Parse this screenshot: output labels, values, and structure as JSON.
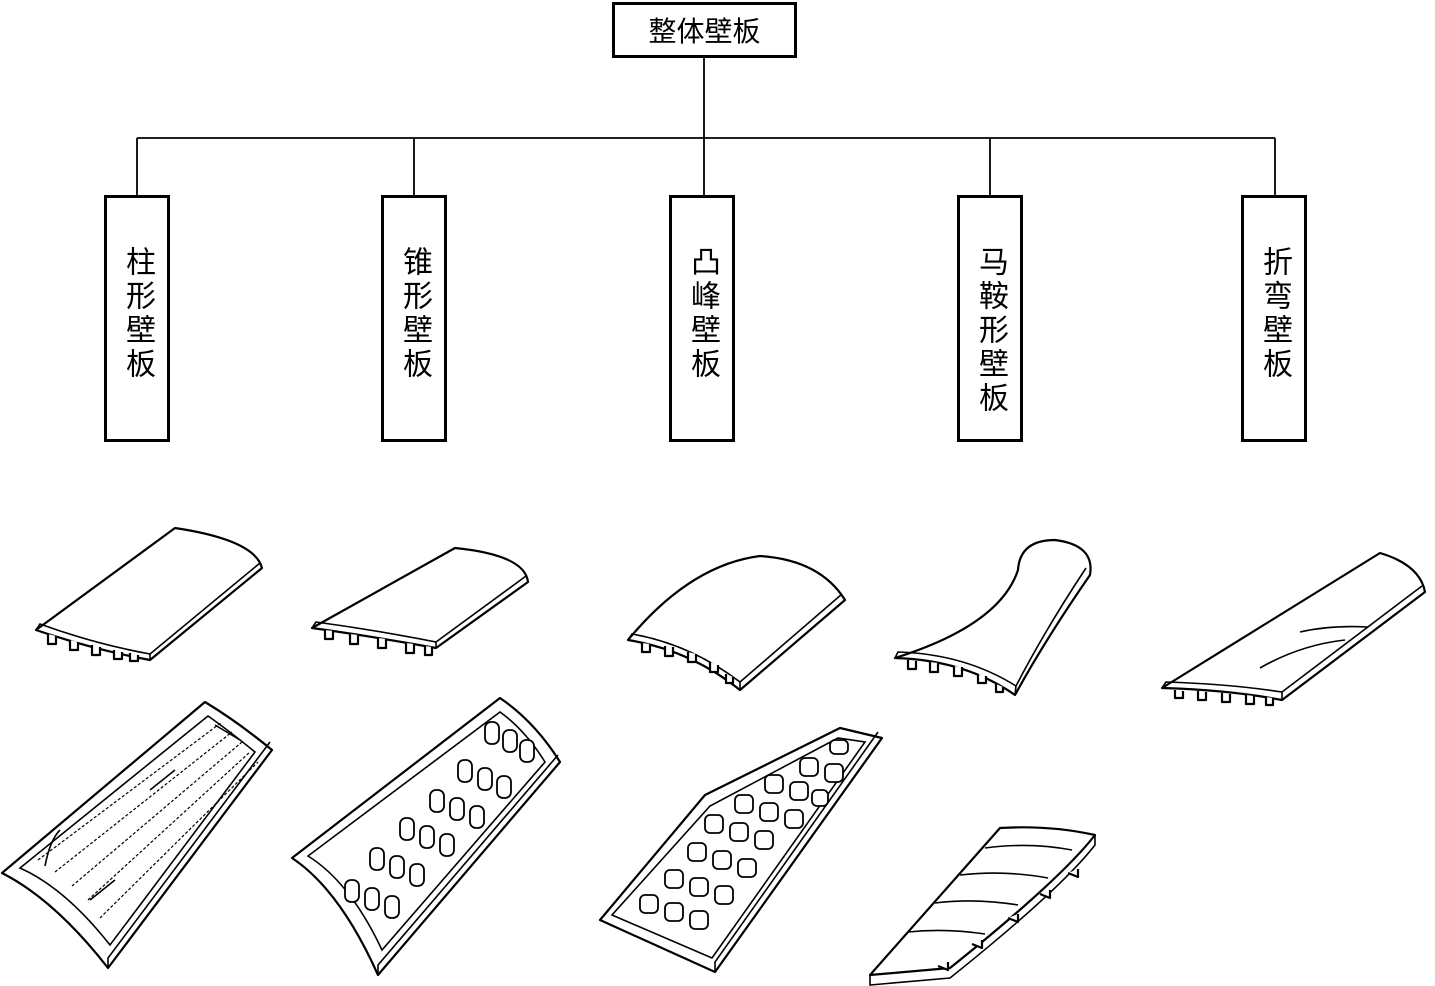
{
  "root": {
    "label": "整体壁板"
  },
  "categories": [
    {
      "label": "柱形壁板"
    },
    {
      "label": "锥形壁板"
    },
    {
      "label": "凸峰壁板"
    },
    {
      "label": "马鞍形壁板"
    },
    {
      "label": "折弯壁板"
    }
  ],
  "illustrations": [
    "cylindrical-panel-illustration",
    "conical-panel-illustration",
    "convex-panel-illustration",
    "saddle-panel-illustration",
    "bent-panel-illustration"
  ]
}
